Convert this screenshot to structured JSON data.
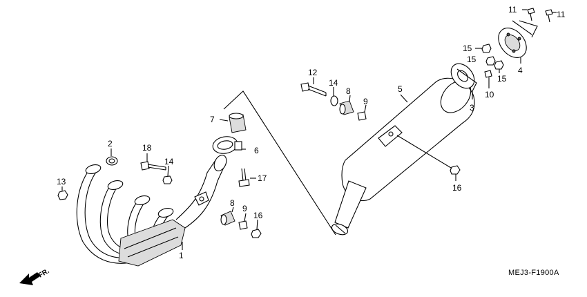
{
  "diagram": {
    "callouts": [
      "1",
      "2",
      "3",
      "4",
      "5",
      "6",
      "7",
      "8",
      "8",
      "9",
      "9",
      "10",
      "11",
      "11",
      "12",
      "13",
      "14",
      "14",
      "15",
      "15",
      "15",
      "16",
      "16",
      "17",
      "18"
    ],
    "direction_label": "FR.",
    "figure_code": "MEJ3-F1900A"
  }
}
